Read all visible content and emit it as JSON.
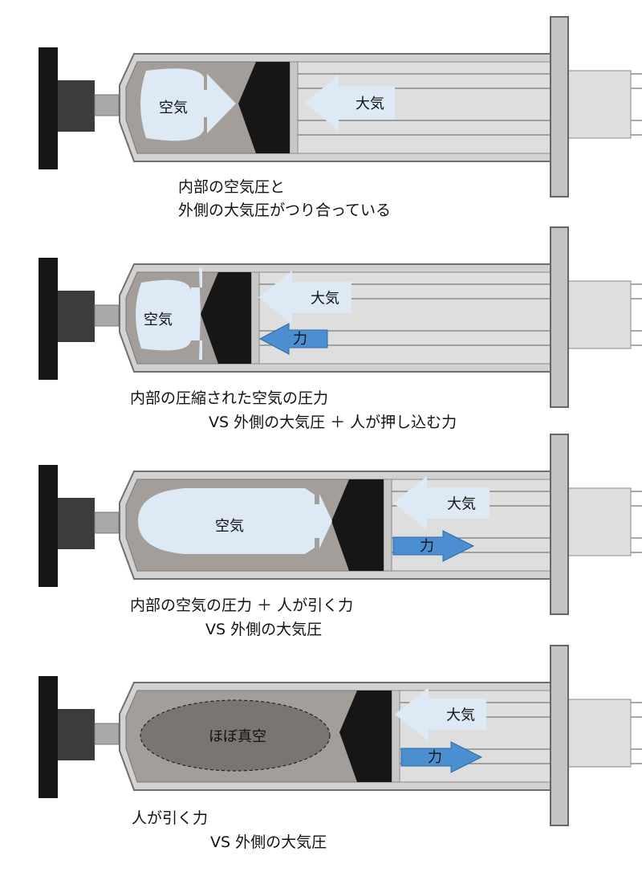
{
  "panels": [
    {
      "air_label": "空気",
      "atm_label": "大気",
      "force_label": "",
      "caption_line1": "内部の空気圧と",
      "caption_line2": "外側の大気圧がつり合っている"
    },
    {
      "air_label": "空気",
      "atm_label": "大気",
      "force_label": "力",
      "caption_line1": "内部の圧縮された空気の圧力",
      "caption_line2": "VS 外側の大気圧 ＋ 人が押し込む力"
    },
    {
      "air_label": "空気",
      "atm_label": "大気",
      "force_label": "力",
      "caption_line1": "内部の空気の圧力 ＋ 人が引く力",
      "caption_line2": "VS 外側の大気圧"
    },
    {
      "air_label": "ほぼ真空",
      "atm_label": "大気",
      "force_label": "力",
      "caption_line1": "人が引く力",
      "caption_line2": "VS 外側の大気圧"
    }
  ],
  "colors": {
    "body_black": "#161616",
    "plug_grey": "#3c3c3c",
    "needle_grey": "#a9a9a9",
    "barrel_outer": "#d2d2d2",
    "barrel_inner": "#a49e9b",
    "barrel_outline": "#6f6f6f",
    "rod_grey": "#dedede",
    "flange_grey": "#c4c4c4",
    "air_fill": "#dde9f4",
    "force_blue": "#4c8fd1",
    "vacuum_fill": "#7b7572"
  }
}
